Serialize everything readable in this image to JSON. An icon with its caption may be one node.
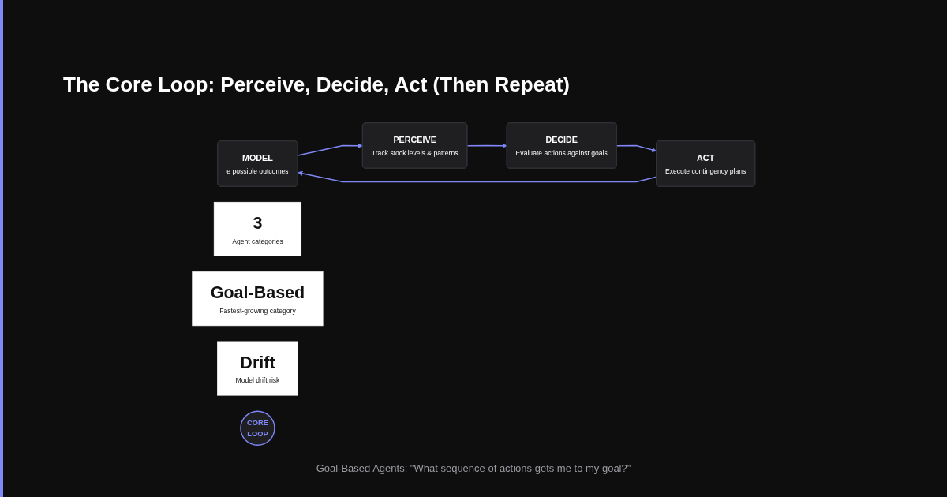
{
  "diagram": {
    "title": "The Core Loop: Perceive, Decide, Act (Then Repeat)",
    "caption": "Goal-Based Agents: \"What sequence of actions gets me to my goal?\"",
    "nodes": [
      {
        "text": [
          "3",
          "Agent categories"
        ]
      },
      {
        "text": [
          "Goal-Based",
          "Fastest-growing category"
        ]
      },
      {
        "text": [
          "Drift",
          "Model drift risk"
        ]
      },
      {
        "text": [
          "PERCEIVE",
          "Track stock levels & patterns"
        ]
      },
      {
        "text": [
          "MODEL",
          "e possible outcomes"
        ]
      },
      {
        "text": [
          "CORE LOOP"
        ]
      },
      {
        "text": [
          "DECIDE",
          "Evaluate actions against goals"
        ]
      },
      {
        "text": [
          "ACT",
          "Execute contingency plans"
        ]
      }
    ],
    "edges": [
      {
        "from": 4,
        "to": 3,
        "arrow": "to"
      },
      {
        "from": 3,
        "to": 6,
        "arrow": "to"
      },
      {
        "from": 6,
        "to": 7,
        "arrow": "to"
      },
      {
        "from": 7,
        "to": 4,
        "arrow": "to"
      }
    ]
  }
}
